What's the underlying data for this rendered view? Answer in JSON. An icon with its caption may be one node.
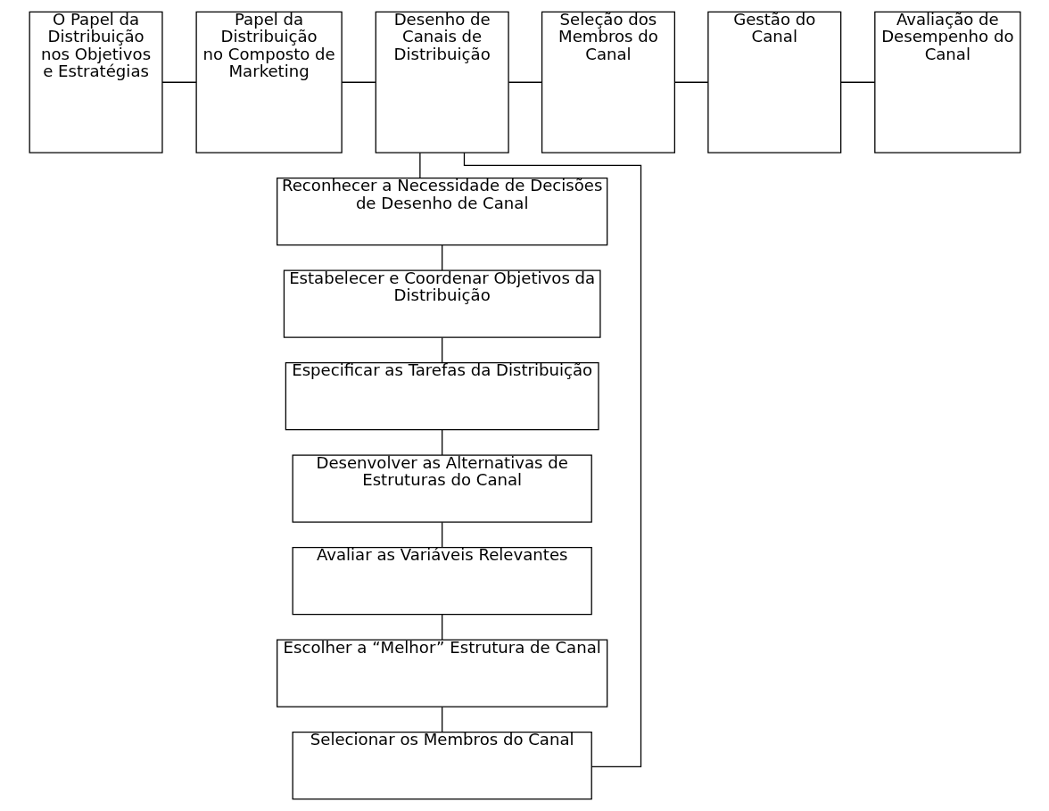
{
  "diagram": {
    "nodes": [
      {
        "text": [
          "O Papel da Distribuição nos Objetivos e Estratégias"
        ]
      },
      {
        "text": [
          "Papel da Distribuição no Composto de Marketing"
        ]
      },
      {
        "text": [
          "Desenho de Canais de Distribuição"
        ]
      },
      {
        "text": [
          "Seleção dos Membros do Canal"
        ]
      },
      {
        "text": [
          "Gestão do Canal"
        ]
      },
      {
        "text": [
          "Avaliação de Desempenho do Canal"
        ]
      },
      {
        "text": [
          "Reconhecer a Necessidade de Decisões de Desenho de Canal"
        ]
      },
      {
        "text": [
          "Estabelecer e Coordenar Objetivos da Distribuição"
        ]
      },
      {
        "text": [
          "Especificar as Tarefas da Distribuição"
        ]
      },
      {
        "text": [
          "Desenvolver as Alternativas de Estruturas do Canal"
        ]
      },
      {
        "text": [
          "Avaliar as Variáveis Relevantes"
        ]
      },
      {
        "text": [
          "Escolher a “Melhor” Estrutura de Canal"
        ]
      },
      {
        "text": [
          "Selecionar os Membros do Canal"
        ]
      }
    ],
    "edges": [
      {
        "from": 0,
        "to": 1,
        "arrow": "none"
      },
      {
        "from": 1,
        "to": 2,
        "arrow": "none"
      },
      {
        "from": 2,
        "to": 3,
        "arrow": "none"
      },
      {
        "from": 3,
        "to": 4,
        "arrow": "none"
      },
      {
        "from": 4,
        "to": 5,
        "arrow": "none"
      },
      {
        "from": 2,
        "to": 6,
        "arrow": "none"
      },
      {
        "from": 6,
        "to": 7,
        "arrow": "none"
      },
      {
        "from": 7,
        "to": 8,
        "arrow": "none"
      },
      {
        "from": 8,
        "to": 9,
        "arrow": "none"
      },
      {
        "from": 9,
        "to": 10,
        "arrow": "none"
      },
      {
        "from": 10,
        "to": 11,
        "arrow": "none"
      },
      {
        "from": 11,
        "to": 12,
        "arrow": "none"
      },
      {
        "from": 2,
        "to": 12,
        "arrow": "none"
      }
    ]
  }
}
